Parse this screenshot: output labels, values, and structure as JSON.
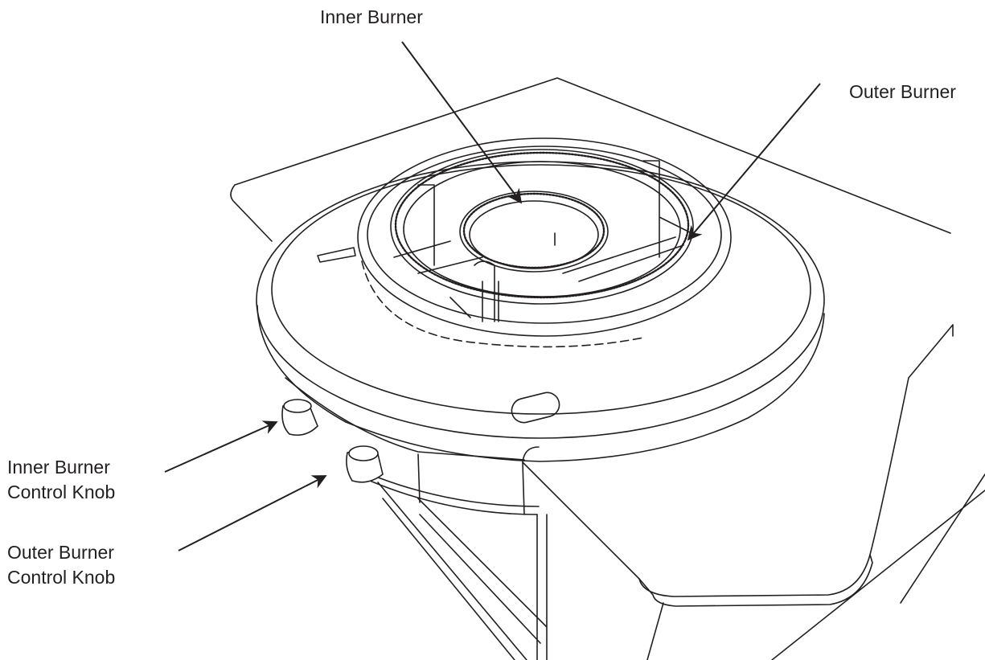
{
  "labels": {
    "inner_burner": "Inner Burner",
    "outer_burner": "Outer Burner",
    "inner_knob": {
      "line1": "Inner Burner",
      "line2": "Control Knob"
    },
    "outer_knob": {
      "line1": "Outer Burner",
      "line2": "Control Knob"
    }
  },
  "colors": {
    "ink": "#231f20",
    "background": "#ffffff"
  }
}
